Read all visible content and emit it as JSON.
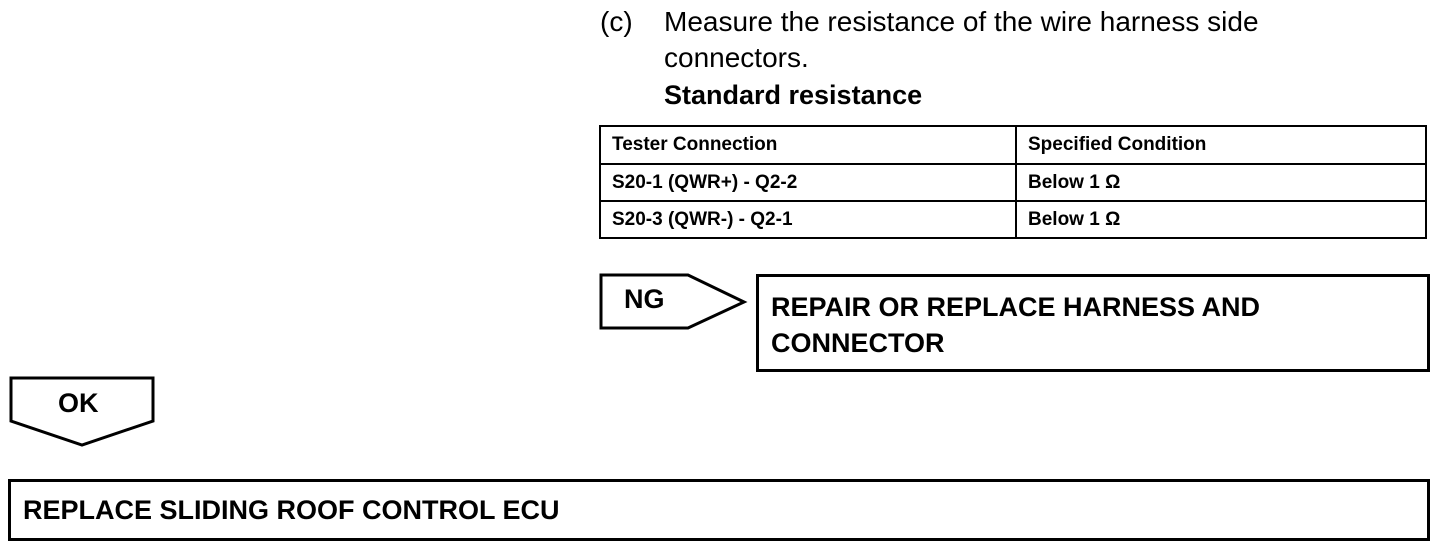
{
  "step": {
    "marker": "(c)",
    "line1": "Measure the resistance of the wire harness side",
    "line2": "connectors."
  },
  "standard_heading": "Standard resistance",
  "table": {
    "headers": [
      "Tester Connection",
      "Specified Condition"
    ],
    "rows": [
      [
        "S20-1 (QWR+) - Q2-2",
        "Below 1 Ω"
      ],
      [
        "S20-3 (QWR-) - Q2-1",
        "Below 1 Ω"
      ]
    ]
  },
  "ng_branch": {
    "label": "NG",
    "action_line1": "REPAIR OR REPLACE HARNESS AND",
    "action_line2": "CONNECTOR"
  },
  "ok_branch": {
    "label": "OK",
    "action": "REPLACE SLIDING ROOF CONTROL ECU"
  }
}
